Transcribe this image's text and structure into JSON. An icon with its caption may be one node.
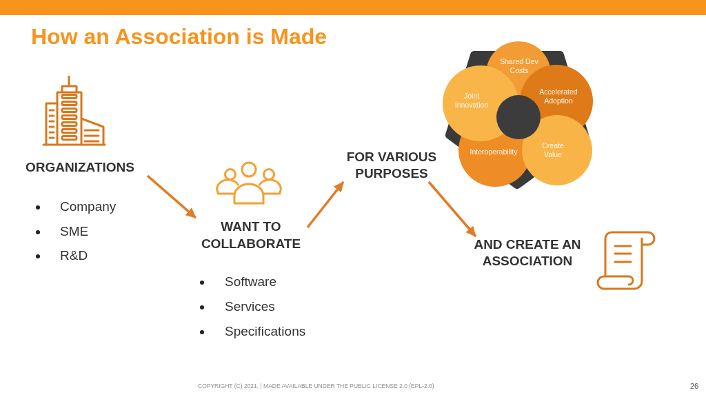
{
  "diagram": {
    "title": "How an Association is Made",
    "nodes": [
      {
        "text": [
          "ORGANIZATIONS"
        ],
        "beside": [
          "Company",
          "SME",
          "R&D"
        ]
      },
      {
        "text": [
          "WANT TO COLLABORATE"
        ],
        "beside": [
          "Software",
          "Services",
          "Specifications"
        ]
      },
      {
        "text": [
          "FOR VARIOUS PURPOSES"
        ]
      },
      {
        "text": [
          "Shared Dev Costs"
        ]
      },
      {
        "text": [
          "Joint Innovation"
        ]
      },
      {
        "text": [
          "Accelerated Adoption"
        ]
      },
      {
        "text": [
          "Interoperability"
        ]
      },
      {
        "text": [
          "Create Value"
        ]
      },
      {
        "text": [],
        "shape": "circle"
      },
      {
        "text": [
          "AND CREATE AN ASSOCIATION"
        ]
      }
    ],
    "edges": [
      {
        "from": 0,
        "to": 1,
        "arrow": "to"
      },
      {
        "from": 1,
        "to": 2,
        "arrow": "to"
      },
      {
        "from": 2,
        "to": 9,
        "arrow": "to"
      }
    ],
    "labels": [
      "COPYRIGHT (C) 2021, | MADE AVAILABLE UNDER THE PUBLIC LICENSE 2.0 (EPL-2.0)",
      "26"
    ]
  }
}
